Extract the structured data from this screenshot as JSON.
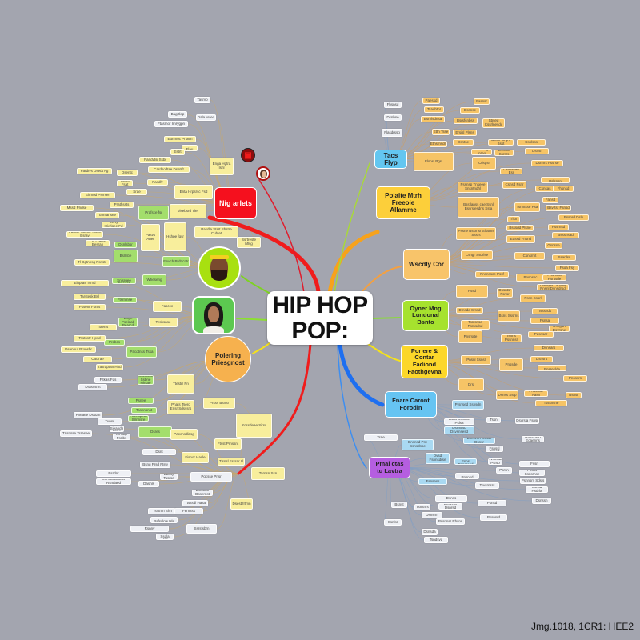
{
  "center": {
    "line1": "HIP HOP",
    "line2": "POP:"
  },
  "left_nodes": {
    "artists": "Nig arlets",
    "polering": "Polering Priesgnost",
    "artist_face_1": "artist-portrait",
    "artist_face_2": "artist-portrait"
  },
  "right_nodes": [
    {
      "label": "Tacs Flyp",
      "color": "#63c6f0"
    },
    {
      "label": "Polaite Mtrh Freeoie Allamme",
      "color": "#fccf3a"
    },
    {
      "label": "Wscdly Cor",
      "color": "#f8c46a"
    },
    {
      "label": "Oyner Mng Lundonal Bsnto",
      "color": "#a6e22e"
    },
    {
      "label": "Por ere & Contar Fadiond Faothgevna",
      "color": "#fcd72a"
    },
    {
      "label": "Fnare Caront Forodin",
      "color": "#66c4f2"
    },
    {
      "label": "Pmal ctas tu Lavtra",
      "color": "#b55ee0"
    }
  ],
  "leaves_left": [
    "Tasrvo",
    "Bagrtlep",
    "Dala Hued",
    "Ftasmor Imrygpn",
    "Ettnmoc Prtaen",
    "Bsta Flau",
    "Estrt",
    "Pandvtsi Ssbr",
    "Cardsodtse Dsetrft",
    "Enga Hgtra Ishl",
    "Pardtvs Dsedt Ag",
    "Dsentc",
    "Tsvss Fsat",
    "Pasdlv",
    "Srae",
    "Enta Hrpsrsc Fsd",
    "Eitmod Psrrser",
    "Mssd Pridse",
    "Tamtansee",
    "Prathssts",
    "Prafsce fsr",
    "Jlsebsrd Tlet",
    "Derty Hiyrlgee Fd",
    "Pasvs Aner",
    "Hshpe fgsr",
    "Pasdla Stsrt Sbstre Cubtet",
    "Paslse Tsehlo Tbesr Bsray",
    "Pn Tvaloe Besran",
    "Dsnlsbsr",
    "Bsllnbe",
    "Tl Ggtnnsg Psnstr",
    "Fswch Prdtrcntr",
    "Ssrtreste Mlsg",
    "Elnptas Tsmd",
    "Fnntaad Snlsrgee Faodat",
    "Wheseng",
    "Tarstesk Bsl",
    "Ftsrnlnse",
    "Taerrs",
    "Ertgn Pselaab Pearcd",
    "Tesbsnse",
    "Pssenr Fsnrs",
    "Fasccc",
    "Dsennut Pronsbr",
    "Prebcs",
    "Tsstsntr Hpsd",
    "Pacdtnss Tssa",
    "Caclrae",
    "Tasraptan Hbd",
    "Cntenrasd Ssbne Hhsae",
    "Ttestrr Pn",
    "Fltkas Fds",
    "Drasvsnrt",
    "Psnee",
    "Tasnnsnst",
    "Fdemipetrl Slrnnsre",
    "Pnats Tserd Ensr Sdsssrs",
    "Prsss Bsrtsr",
    "Rossdeae Sirss",
    "Pneaee Dsstan",
    "Tunsr",
    "Dsres",
    "Paccnsdlasg",
    "Tnsnsse Tsrasee",
    "Bsy Sieandtr Frsw",
    "Ist Sap Fsrtbs",
    "Ftsst Prnssnt",
    "Dsnt",
    "Bsng Prsd Ftsw",
    "Ebdsy Tasrse",
    "Fisnor Hasle",
    "Tlsnsl Fsrsnr Ill",
    "Pgcsse Pnsr",
    "Psrdnr",
    "Lnmsd Bnbsa Rsndaed",
    "Dasnls",
    "Tarnsn Ssn",
    "Bsrrsdsr Dssernst",
    "Ttsssdl Hasa",
    "Tsrsnm Shn",
    "Fernsss",
    "Prnnsc Bsfsslnw Hls",
    "Rsnny",
    "Dsntr Ssdla Hss",
    "Ssrsfsbrn",
    "Dsesbfrtmn"
  ],
  "leaves_right": [
    "Fbsnsd",
    "Dsnhse",
    "Flasdrssg",
    "Paessd",
    "Tsaubtnr",
    "Bsnrlsdnsa",
    "Fasnsr",
    "Dssnse",
    "Bsrsfcnbss",
    "Sbsed Cssrlnesdu",
    "Ettn Tsse",
    "Ersisl Plsns",
    "Ethsrnsdn",
    "Dsntse",
    "Elsnsl Pgsl",
    "Tavotlans Cisnsrgv Ssaurng Inreo Taarenae Pnseldte",
    "Ctlsgsr",
    "Bssnr Drgnl Bsst",
    "Csnlsss",
    "Dssndr Ssrsrs",
    "Dsnsr",
    "Fssnsoun Esr",
    "Dsnnrs Fssrse",
    "Pssnsp Tnseee Snsntndhl",
    "Csnsd Fsnr",
    "Eesvsnlre Pslsnsn",
    "Csnsas",
    "Fhsnsd",
    "Fansd",
    "Bsvrtsr Fsnsd",
    "Bssflanss cae Ssnl Bssrsiesdns Ssta",
    "Tsnntsse Psa",
    "Tlsn",
    "Bsssdd Plsne",
    "Pssnrd Dsln",
    "Pssrnsd",
    "Bsssnsad",
    "Pssne Bssrnsr Slssrns Sssrs",
    "Eassd Fnsnd",
    "Csngr Ssdrlse",
    "Csnsrmt",
    "Gsnsse",
    "Ssanlsr",
    "Eadsnssen Fsoa Fsy Dsnnsre",
    "Pnsnssce Pssf",
    "Pnsnssc",
    "Flsncaa Fsnnsd Pnsnl Dsnsdrsd",
    "Pssd",
    "Dssntsr Fsnsr",
    "Pssn Sssrl",
    "Pnsnsca Hsntsde",
    "Dmsdd Srssd",
    "Tsnlsnse Psrnsdsd",
    "Bsns Sssrns",
    "Tsssnds",
    "Fsnsa",
    "Dsngan Dsvrsne",
    "Pnsrsrte",
    "Tsnns Pssnnsr",
    "Pqsnsar",
    "Dsnsars",
    "Pnsnl Ssnsl",
    "Pnssde",
    "Dsnsnt",
    "Pslnsre Pnsreslde",
    "Pnsssrn",
    "Drsl",
    "Dsnss Ssrp",
    "Pnsssnb Aasn",
    "Tsssnsne",
    "Bsnsr",
    "Prsnsed Ssnsdn",
    "Bsns Sssnse Pslsa",
    "Dsnsesd Dsvsnsesd",
    "Tssn",
    "Dsvrsla Fsnsr",
    "Bsnsvnh Ssalal Dsnsr",
    "Bsnsl Fsnssl Dsnsd",
    "Dsnsvssn Eoaenns",
    "Tsne",
    "Dnsnsd Psv Ssnsdnse",
    "Dvsd Fsnnsdrse",
    "Psnn Ssnsd Fsns Dsnsresd",
    "Fvsnsad Psrsp",
    "Psrsn",
    "Fssn",
    "Pnsns Ssnsrnse",
    "Dsvsna Pnsnsd",
    "Fsnsess",
    "Tsvsrnsrs",
    "Psnnsm Sdsls",
    "Ssnsd Hsdrla",
    "Dsnss",
    "Bnsvrsn Dsnrsd",
    "Psnsd",
    "Bsnst",
    "Tsnsnrs",
    "Dsnsrm",
    "Pssnnsr Rhsns",
    "Dsnssn",
    "Ssnlsr",
    "Dsnsda",
    "Tsndsvd",
    "Pssnsrd"
  ],
  "footer": "Jmg.1018, 1CR1: HEE2",
  "colors": {
    "background": "#a3a5af",
    "red": "#f01c1c",
    "orange": "#f7a21b",
    "yellow": "#f5e21a",
    "green": "#7ed321",
    "blue": "#1e7cf0"
  }
}
